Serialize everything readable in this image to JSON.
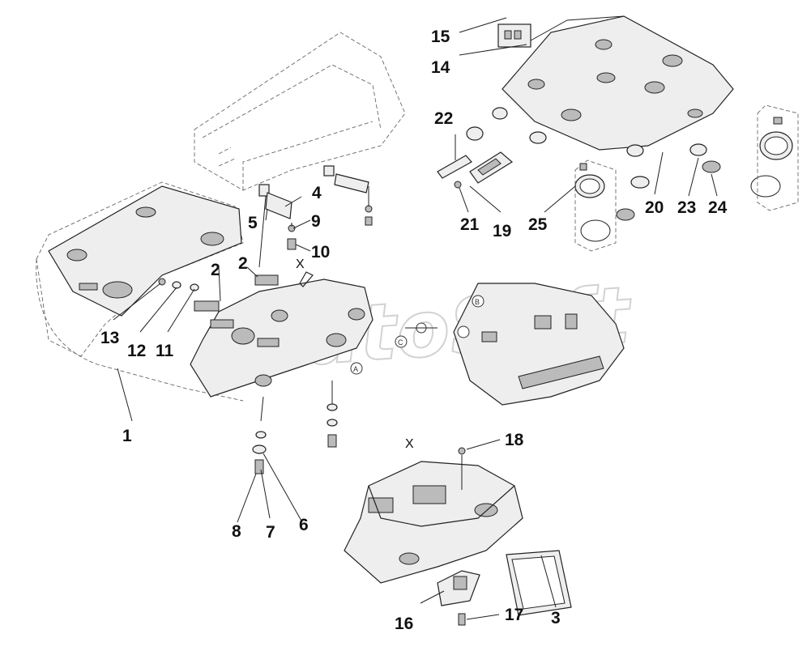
{
  "watermark": "AutoSoft",
  "view_marker": "X",
  "detail_marks": [
    "A",
    "B",
    "C"
  ],
  "callouts": {
    "c1": "1",
    "c2a": "2",
    "c2b": "2",
    "c3": "3",
    "c4": "4",
    "c5": "5",
    "c6": "6",
    "c7": "7",
    "c8": "8",
    "c9": "9",
    "c10": "10",
    "c11": "11",
    "c12": "12",
    "c13": "13",
    "c14": "14",
    "c15": "15",
    "c16": "16",
    "c17": "17",
    "c18": "18",
    "c19": "19",
    "c20": "20",
    "c21": "21",
    "c22": "22",
    "c23": "23",
    "c24": "24",
    "c25": "25"
  }
}
